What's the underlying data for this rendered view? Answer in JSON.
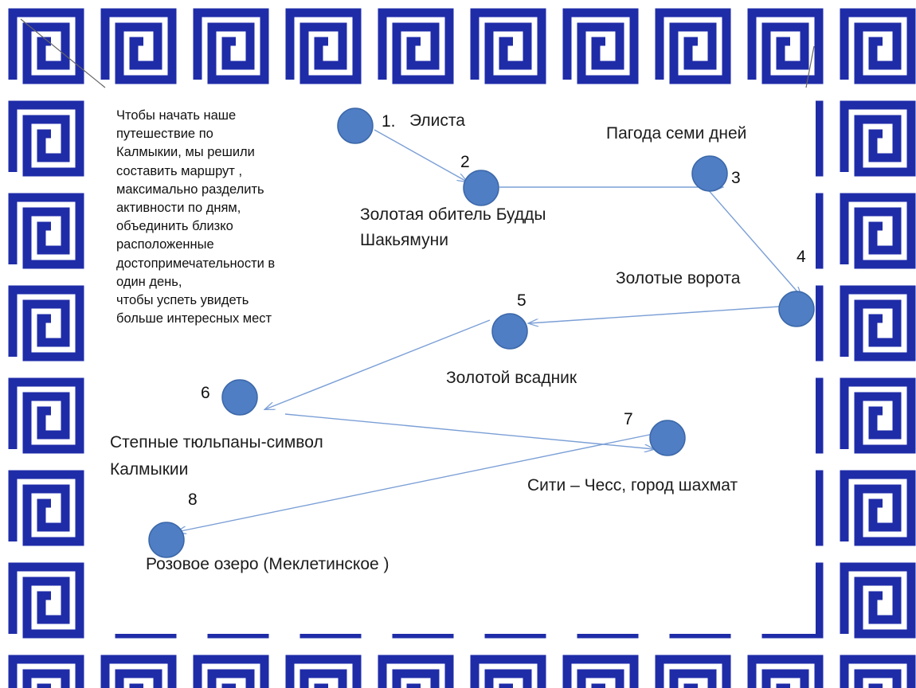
{
  "intro_lines": [
    "Чтобы начать наше",
    "путешествие по",
    "Калмыкии, мы решили",
    "составить  маршрут ,",
    "максимально разделить",
    "активности по дням,",
    "объединить близко",
    "расположенные",
    "достопримечательности в",
    "один день,",
    "чтобы успеть увидеть",
    "больше интересных мест"
  ],
  "stops": [
    {
      "number": "1.",
      "title": "Элиста"
    },
    {
      "number": "2",
      "title_lines": [
        "Золотая обитель Будды",
        "Шакьямуни"
      ]
    },
    {
      "number": "3",
      "title": "Пагода семи дней"
    },
    {
      "number": "4",
      "title": "Золотые ворота"
    },
    {
      "number": "5",
      "title": "Золотой всадник"
    },
    {
      "number": "6",
      "title_lines": [
        "Степные тюльпаны-символ",
        "Калмыкии"
      ]
    },
    {
      "number": "7",
      "title": "Сити – Чесс, город  шахмат"
    },
    {
      "number": "8",
      "title": "Розовое озеро (Меклетинское )"
    }
  ],
  "colors": {
    "node_fill": "#4f7ec5",
    "node_stroke": "#3b67a8",
    "route_line": "#7b9fd6",
    "border_pattern": "#1f2ca8",
    "border_background": "#ffffff"
  },
  "icons": {
    "border": "greek-key-meander-pattern",
    "node": "circle-marker",
    "connector": "arrow"
  }
}
